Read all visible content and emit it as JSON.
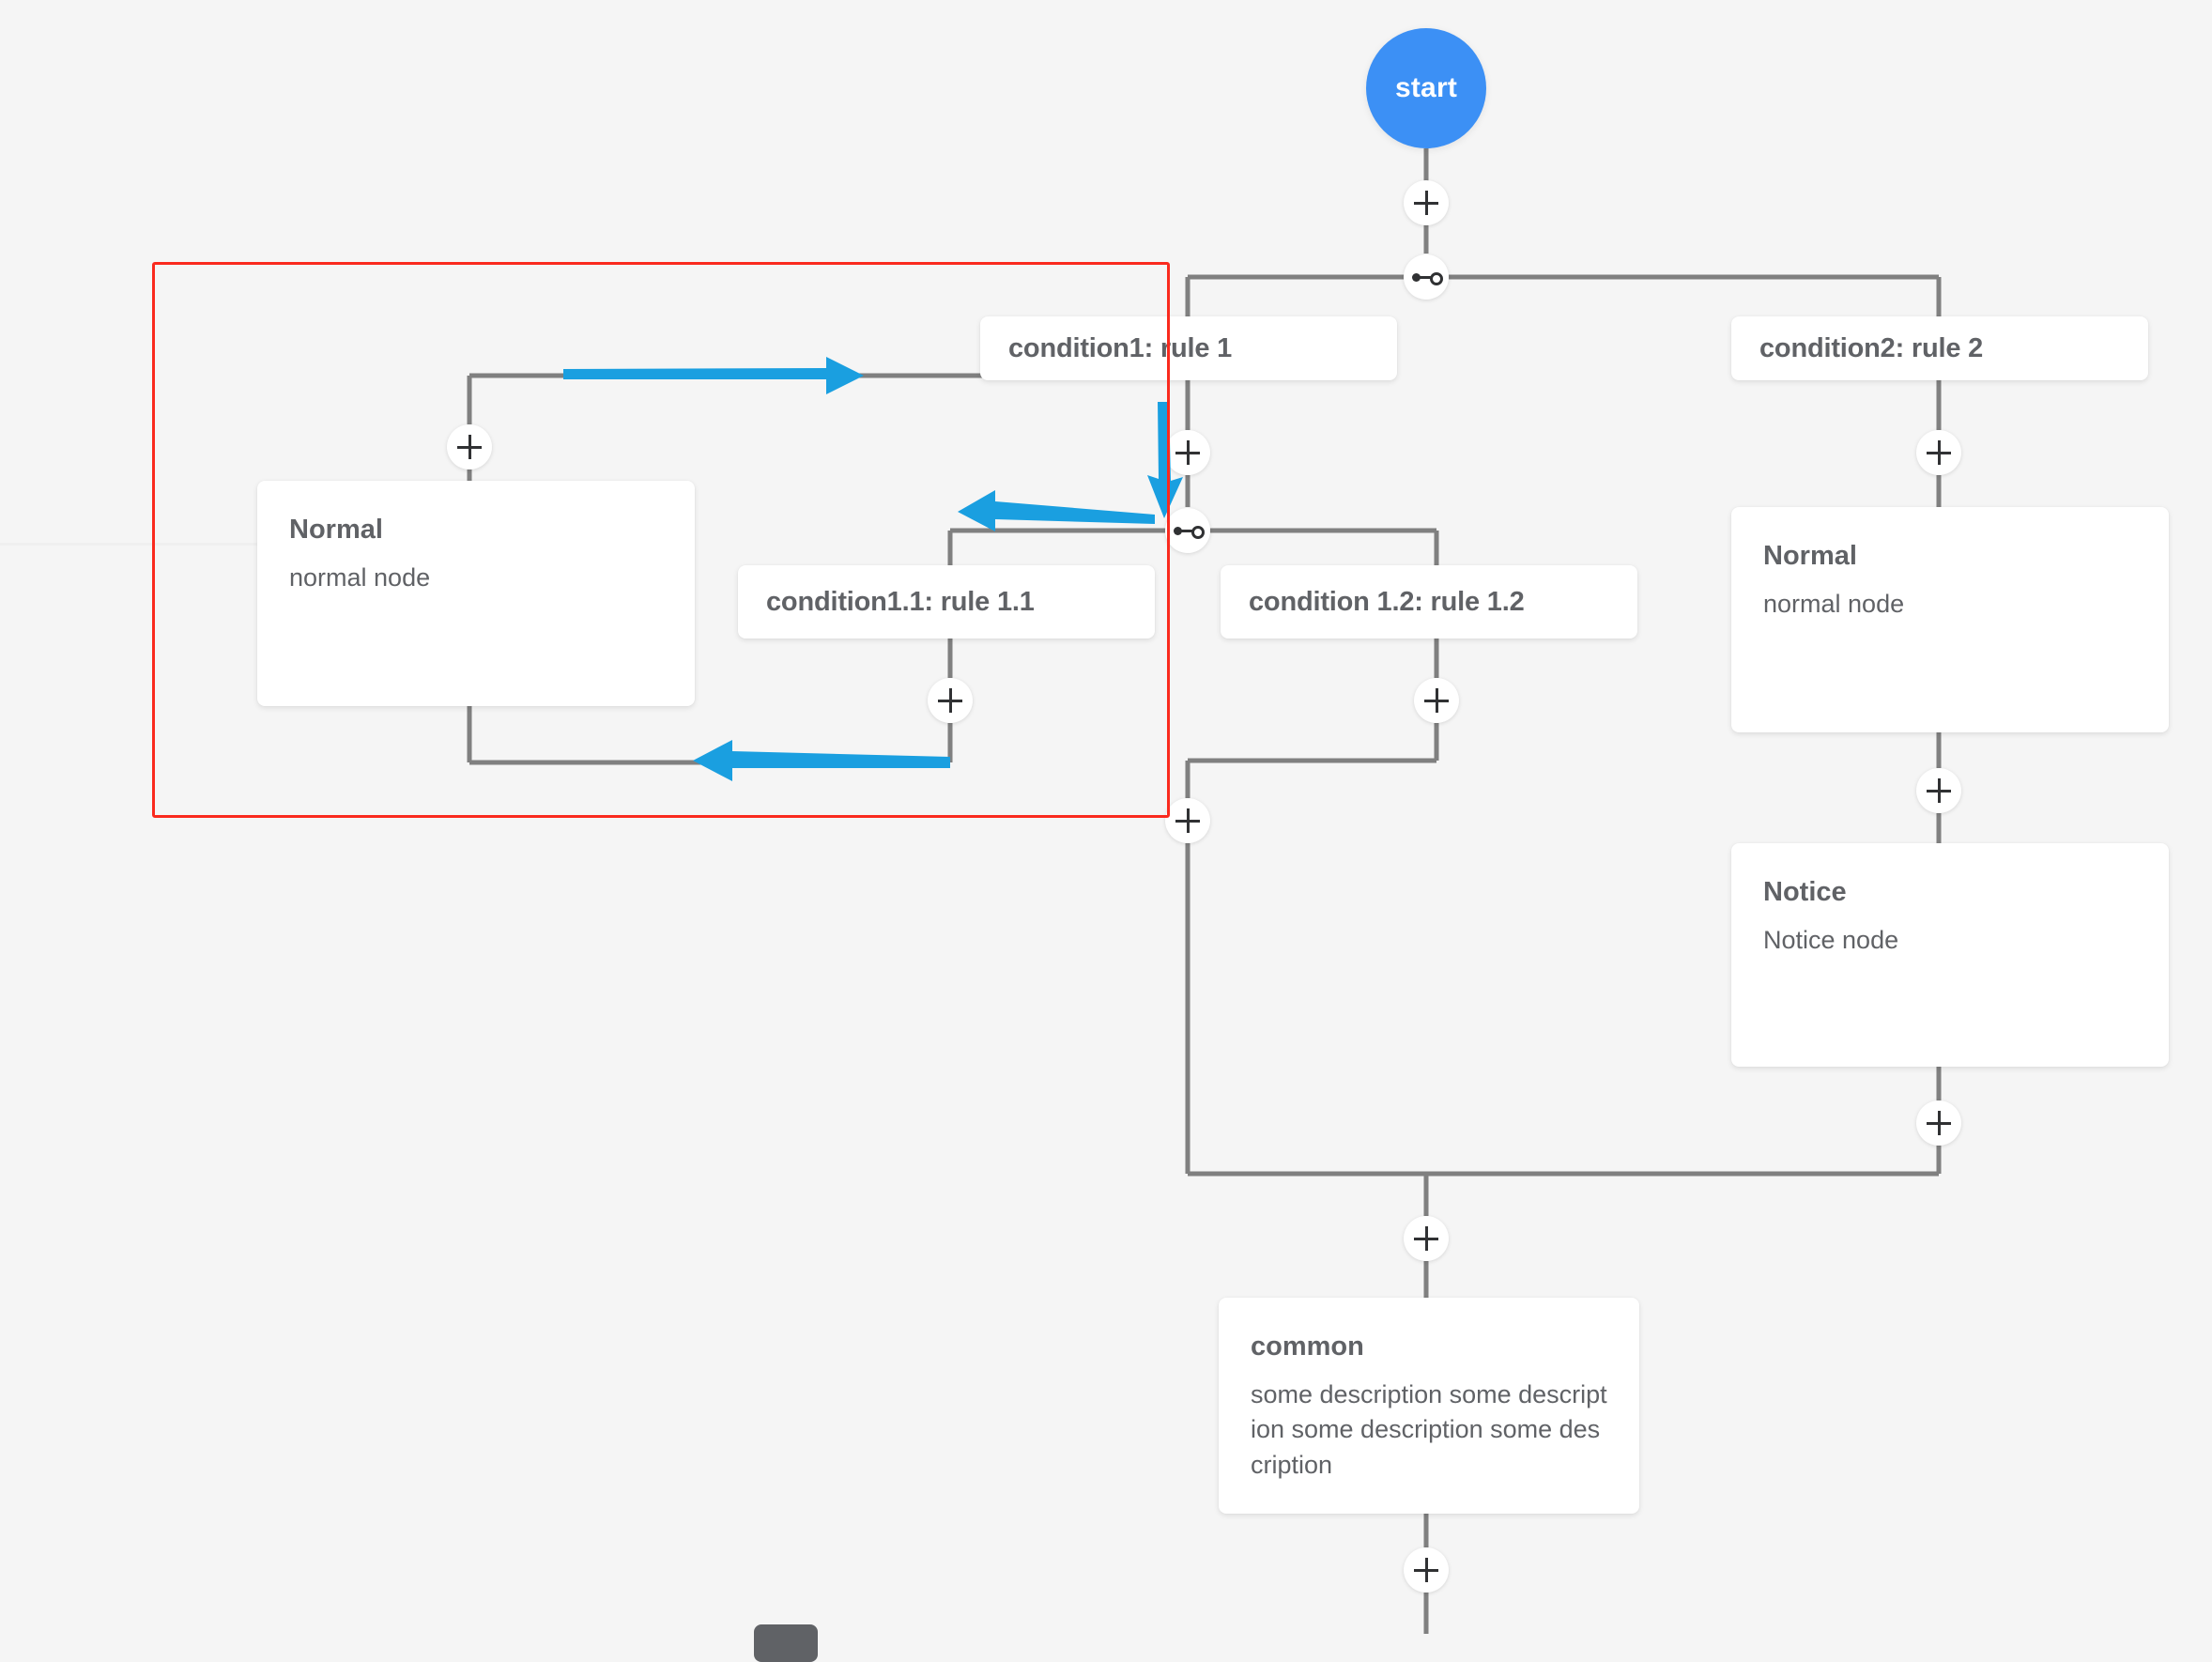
{
  "canvas": {
    "background_color": "#f5f5f5",
    "wire_color": "#808080",
    "accent_color": "#3c90f5",
    "annotation_arrow_color": "#1a9fe0",
    "selection_rect_color": "#fa2a1e"
  },
  "start": {
    "label": "start",
    "color": "#3c90f5"
  },
  "nodes": {
    "condition1": {
      "label": "condition1: rule 1"
    },
    "condition2": {
      "label": "condition2: rule 2"
    },
    "condition1_1": {
      "label": "condition1.1: rule 1.1"
    },
    "condition1_2": {
      "label": "condition 1.2: rule 1.2"
    },
    "normal_left": {
      "title": "Normal",
      "desc": "normal node"
    },
    "normal_right": {
      "title": "Normal",
      "desc": "normal node"
    },
    "notice": {
      "title": "Notice",
      "desc": "Notice node"
    },
    "common": {
      "title": "common",
      "desc": "some description some description some description some description"
    }
  },
  "handles": {
    "add_label": "+",
    "branch_label": "condition-branch"
  },
  "annotations": {
    "arrows": [
      {
        "name": "arrow-right-to-condition1",
        "direction": "right"
      },
      {
        "name": "arrow-down-into-branch",
        "direction": "down"
      },
      {
        "name": "arrow-left-to-normal",
        "direction": "left"
      },
      {
        "name": "arrow-left-bottom-loop",
        "direction": "left"
      }
    ],
    "selection_rect": {
      "name": "highlighted-branch-region"
    }
  }
}
